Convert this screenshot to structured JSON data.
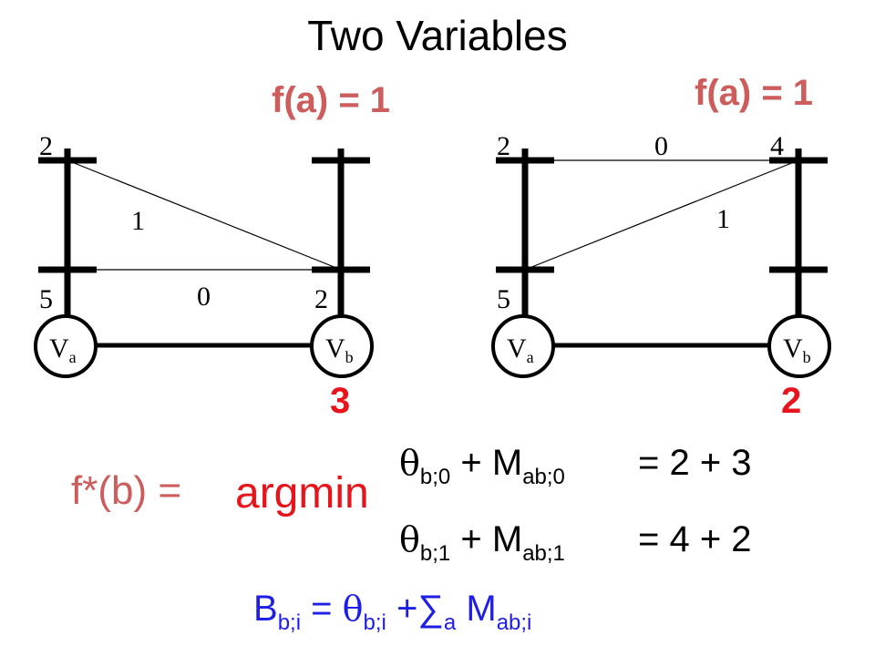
{
  "title": "Two Variables",
  "left": {
    "fa_label": "f(a) = 1",
    "a_top_weight": "2",
    "a_bottom_weight": "5",
    "b_bottom_weight": "2",
    "edge_top_weight": "1",
    "edge_bottom_weight": "0",
    "node_a": "V",
    "node_a_sub": "a",
    "node_b": "V",
    "node_b_sub": "b",
    "result": "3"
  },
  "right": {
    "fa_label": "f(a) = 1",
    "a_top_weight": "2",
    "a_bottom_weight": "5",
    "b_top_weight": "4",
    "edge_top_weight": "0",
    "edge_bottom_weight": "1",
    "node_a": "V",
    "node_a_sub": "a",
    "node_b": "V",
    "node_b_sub": "b",
    "result": "2"
  },
  "equation": {
    "fstar": "f*(b) =",
    "argmin": "argmin",
    "row0": {
      "theta": "θ",
      "sub1": "b;0",
      "plus": "+ M",
      "sub2": "ab;0",
      "rhs": "=  2 + 3"
    },
    "row1": {
      "theta": "θ",
      "sub1": "b;1",
      "plus": "+ M",
      "sub2": "ab;1",
      "rhs": "=  4 + 2"
    }
  },
  "belief": {
    "b": "B",
    "b_sub": "b;i",
    "eq": " = ",
    "theta": "θ",
    "theta_sub": "b;i",
    "sum": " +∑",
    "sum_sub": "a",
    "m": " M",
    "m_sub": "ab;i"
  },
  "colors": {
    "fa_label": "#cd5c5c",
    "result": "#e8141b",
    "argmin": "#e8141b",
    "belief": "#1e1ee6"
  }
}
